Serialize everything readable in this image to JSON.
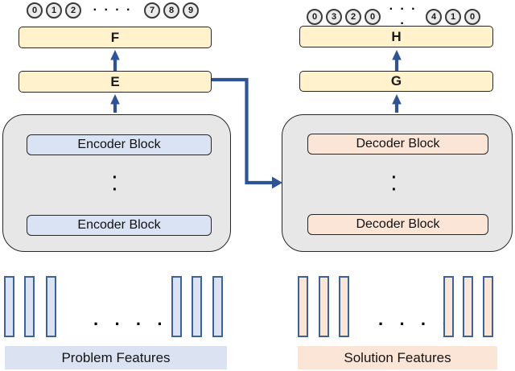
{
  "encoder": {
    "tokens_start": [
      "0",
      "1",
      "2"
    ],
    "tokens_end": [
      "7",
      "8",
      "9"
    ],
    "stack_top_label": "F",
    "stack_mid_label": "E",
    "blocks": [
      "Encoder Block",
      "Encoder Block"
    ],
    "features_label": "Problem Features"
  },
  "decoder": {
    "tokens_start": [
      "0",
      "3",
      "2",
      "0"
    ],
    "tokens_end": [
      "4",
      "1",
      "0"
    ],
    "stack_top_label": "H",
    "stack_mid_label": "G",
    "blocks": [
      "Decoder Block",
      "Decoder Block"
    ],
    "features_label": "Solution Features"
  },
  "ellipsis": {
    "horizontal": "· · · ·",
    "vertical": "·\n·"
  },
  "palette": {
    "embedding_box_fill": "#FFF2CC",
    "encoder_fill": "#DAE3F3",
    "decoder_fill": "#FBE5D6",
    "container_fill": "#E8E7E7",
    "token_circle_fill": "#ECEBEB",
    "arrow_blue": "#2F5496",
    "bar_border_blue": "#3E6296",
    "outline_dark": "#262626"
  }
}
